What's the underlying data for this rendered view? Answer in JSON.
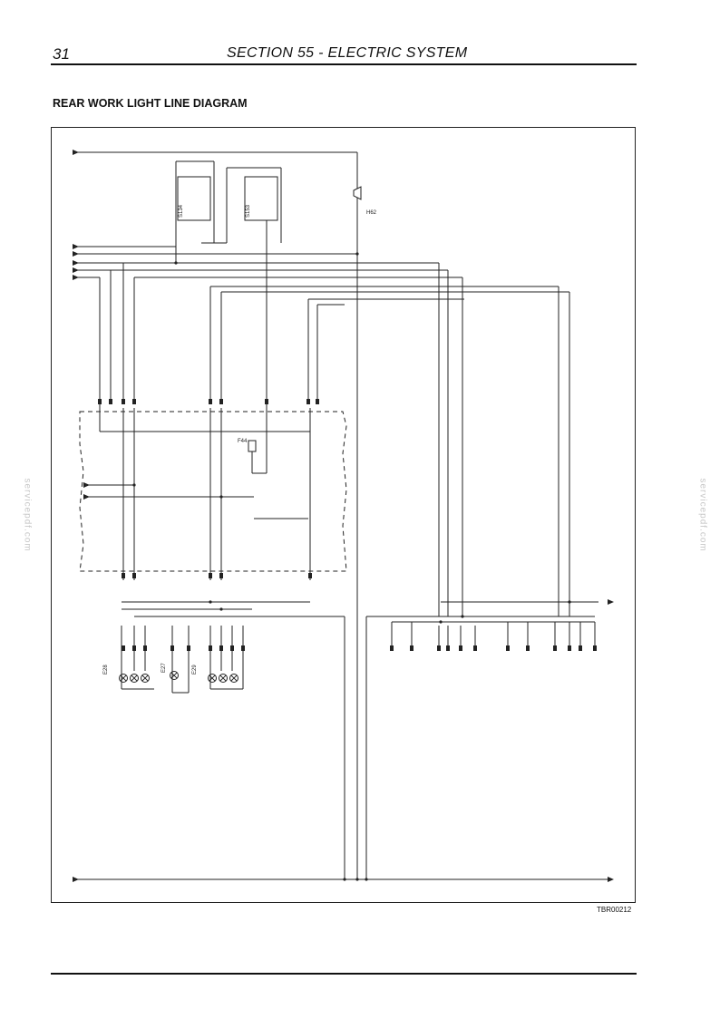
{
  "header": {
    "page_number": "31",
    "section_title": "SECTION 55 - ELECTRIC SYSTEM"
  },
  "heading": "REAR WORK LIGHT LINE DIAGRAM",
  "figure_code": "TBR00212",
  "watermark": "servicepdf.com",
  "diagram": {
    "components": [
      "S134",
      "S153",
      "H62",
      "F44",
      "E28",
      "E27",
      "E29"
    ]
  }
}
